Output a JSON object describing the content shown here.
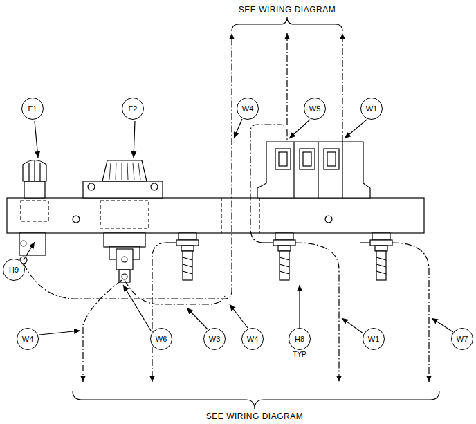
{
  "diagram": {
    "nodes": [
      {
        "text": [
          "F1"
        ]
      },
      {
        "text": [
          "F2"
        ]
      },
      {
        "text": [
          "W4"
        ]
      },
      {
        "text": [
          "W5"
        ]
      },
      {
        "text": [
          "W1"
        ]
      },
      {
        "text": [
          "H9"
        ]
      },
      {
        "text": [
          "W4"
        ]
      },
      {
        "text": [
          "W6"
        ]
      },
      {
        "text": [
          "W3"
        ]
      },
      {
        "text": [
          "W4"
        ]
      },
      {
        "text": [
          "H8",
          "TYP"
        ]
      },
      {
        "text": [
          "W1"
        ]
      },
      {
        "text": [
          "W7"
        ]
      }
    ],
    "labels": [
      "SEE WIRING DIAGRAM",
      "SEE WIRING DIAGRAM"
    ]
  }
}
